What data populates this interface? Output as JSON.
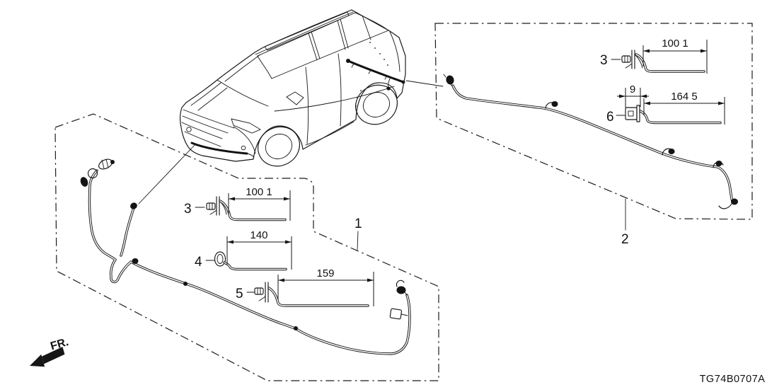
{
  "diagram": {
    "code": "TG74B0707A",
    "fr_indicator": "FR."
  },
  "part_labels": {
    "front_harness": "1",
    "rear_harness": "2"
  },
  "callouts": {
    "rear_clip3": {
      "ref": "3",
      "dim": "100 1"
    },
    "rear_clip6": {
      "ref": "6",
      "dim_width": "9",
      "dim": "164 5"
    },
    "front_clip3": {
      "ref": "3",
      "dim": "100 1"
    },
    "front_ring4": {
      "ref": "4",
      "dim": "140"
    },
    "front_clip5": {
      "ref": "5",
      "dim": "159"
    }
  },
  "colors": {
    "ink": "#161616",
    "background": "#ffffff"
  }
}
